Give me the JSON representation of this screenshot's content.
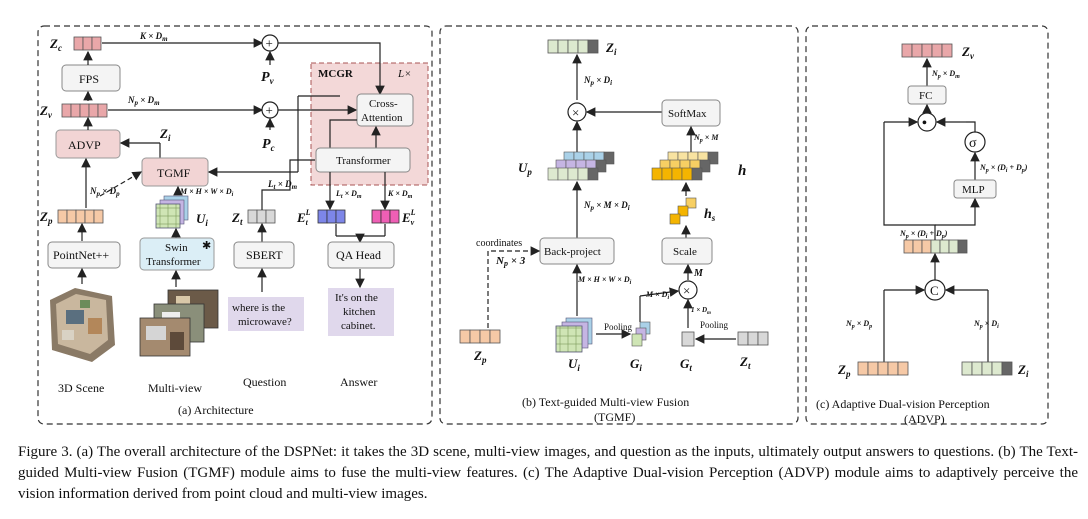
{
  "panel_a": {
    "caption": "(a) Architecture",
    "Zc": "Z",
    "Zc_sub": "c",
    "k_dm": "K × D",
    "k_dm_sub": "m",
    "fps": "FPS",
    "Zv": "Z",
    "Zv_sub": "v",
    "np_dm": "N",
    "np_dm_rest": "p",
    "np_dm_tail": " × D",
    "np_dm_tail_sub": "m",
    "advp": "ADVP",
    "Zi": "Z",
    "Zi_sub": "i",
    "tgmf": "TGMF",
    "np_dp": "N",
    "np_dp_sub": "p",
    "np_dp_tail": " × D",
    "np_dp_tail_sub": "p",
    "Zp": "Z",
    "Zp_sub": "p",
    "pointnet": "PointNet++",
    "swin_line1": "Swin",
    "swin_line2": "Transformer",
    "Ui": "U",
    "Ui_sub": "i",
    "mhwd": "M × H × W × D",
    "mhwd_sub": "i",
    "sbert": "SBERT",
    "Zt": "Z",
    "Zt_sub": "t",
    "ltdm": "L",
    "ltdm_sub": "t",
    "ltdm_tail": " × D",
    "ltdm_tail_sub": "m",
    "EtL": "E",
    "EtL_sup": "L",
    "EtL_sub": "t",
    "EvL": "E",
    "EvL_sup": "L",
    "EvL_sub": "v",
    "kdm2": "K × D",
    "kdm2_sub": "m",
    "ltdm2": "L",
    "ltdm2_sub": "t",
    "ltdm2_tail": " × D",
    "ltdm2_tail_sub": "m",
    "qa_head": "QA Head",
    "mcgr": "MCGR",
    "lx": "L×",
    "cross1": "Cross-",
    "cross2": "Attention",
    "transformer": "Transformer",
    "Pv": "P",
    "Pv_sub": "v",
    "Pc": "P",
    "Pc_sub": "c",
    "question_line1": "where is the",
    "question_line2": "microwave?",
    "answer_line1": "It's on the",
    "answer_line2": "kitchen",
    "answer_line3": "cabinet.",
    "label_scene": "3D Scene",
    "label_multiview": "Multi-view",
    "label_question": "Question",
    "label_answer": "Answer"
  },
  "panel_b": {
    "caption_line1": "(b) Text-guided Multi-view Fusion",
    "caption_line2": "(TGMF)",
    "Zi": "Z",
    "Zi_sub": "i",
    "npdi": "N",
    "npdi_sub": "p",
    "npdi_tail": " × D",
    "npdi_tail_sub": "i",
    "softmax": "SoftMax",
    "npm": "N",
    "npm_sub": "p",
    "npm_tail": " × M",
    "Up": "U",
    "Up_sub": "p",
    "h": "h",
    "npmdi": "N",
    "npmdi_sub": "p",
    "npmdi_tail": " × M × D",
    "npmdi_tail_sub": "i",
    "hs": "h",
    "hs_sub": "s",
    "coordinates": "coordinates",
    "np3": "N",
    "np3_sub": "p",
    "np3_tail": " × 3",
    "backproject": "Back-project",
    "scale": "Scale",
    "M": "M",
    "mhwd": "M × H × W × D",
    "mhwd_sub": "i",
    "mdi": "M × D",
    "mdi_sub": "i",
    "onedm": "1 × D",
    "onedm_sub": "m",
    "pooling1": "Pooling",
    "pooling2": "Pooling",
    "Zp": "Z",
    "Zp_sub": "p",
    "Ui": "U",
    "Ui_sub": "i",
    "Gi": "G",
    "Gi_sub": "i",
    "Gt": "G",
    "Gt_sub": "t",
    "Zt": "Z",
    "Zt_sub": "t"
  },
  "panel_c": {
    "caption_line1": "(c) Adaptive Dual-vision  Perception",
    "caption_line2": "(ADVP)",
    "Zv": "Z",
    "Zv_sub": "v",
    "npdm": "N",
    "npdm_sub": "p",
    "npdm_tail": " × D",
    "npdm_tail_sub": "m",
    "fc": "FC",
    "dot": "•",
    "sigma": "σ",
    "npdidp_right": "N",
    "npdidp_right_sub": "p",
    "npdidp_right_tail": " × (D",
    "npdidp_right_tail_sub": "i",
    "npdidp_right_tail2": " + D",
    "npdidp_right_tail2_sub": "p",
    "npdidp_right_end": ")",
    "mlp": "MLP",
    "npdidp_left": "N",
    "npdidp_left_sub": "p",
    "npdidp_left_tail": " × (D",
    "npdidp_left_tail_sub": "i",
    "npdidp_left_tail2": " + D",
    "npdidp_left_tail2_sub": "p",
    "npdidp_left_end": ")",
    "concat": "C",
    "npdp": "N",
    "npdp_sub": "p",
    "npdp_tail": " × D",
    "npdp_tail_sub": "p",
    "npdi": "N",
    "npdi_sub": "p",
    "npdi_tail": " × D",
    "npdi_tail_sub": "i",
    "Zp": "Z",
    "Zp_sub": "p",
    "Zi": "Z",
    "Zi_sub": "i"
  },
  "figure_caption": "Figure 3. (a) The overall architecture of the DSPNet: it takes the 3D scene, multi-view images, and question as the inputs, ultimately output answers to questions. (b) The Text-guided Multi-view Fusion (TGMF) module aims to fuse the multi-view features. (c) The Adaptive Dual-vision Perception (ADVP) module aims to adaptively perceive the vision information derived from point cloud and multi-view images.",
  "colors": {
    "pink_token": "#e9a7a9",
    "peach_token": "#f6c9a6",
    "green_token": "#dde9cf",
    "blue_token": "#7d86e8",
    "magenta_token": "#ee5fb5",
    "yellow_token": "#f4b400",
    "gray_token": "#d8d8d8",
    "dark_token": "#666666"
  }
}
